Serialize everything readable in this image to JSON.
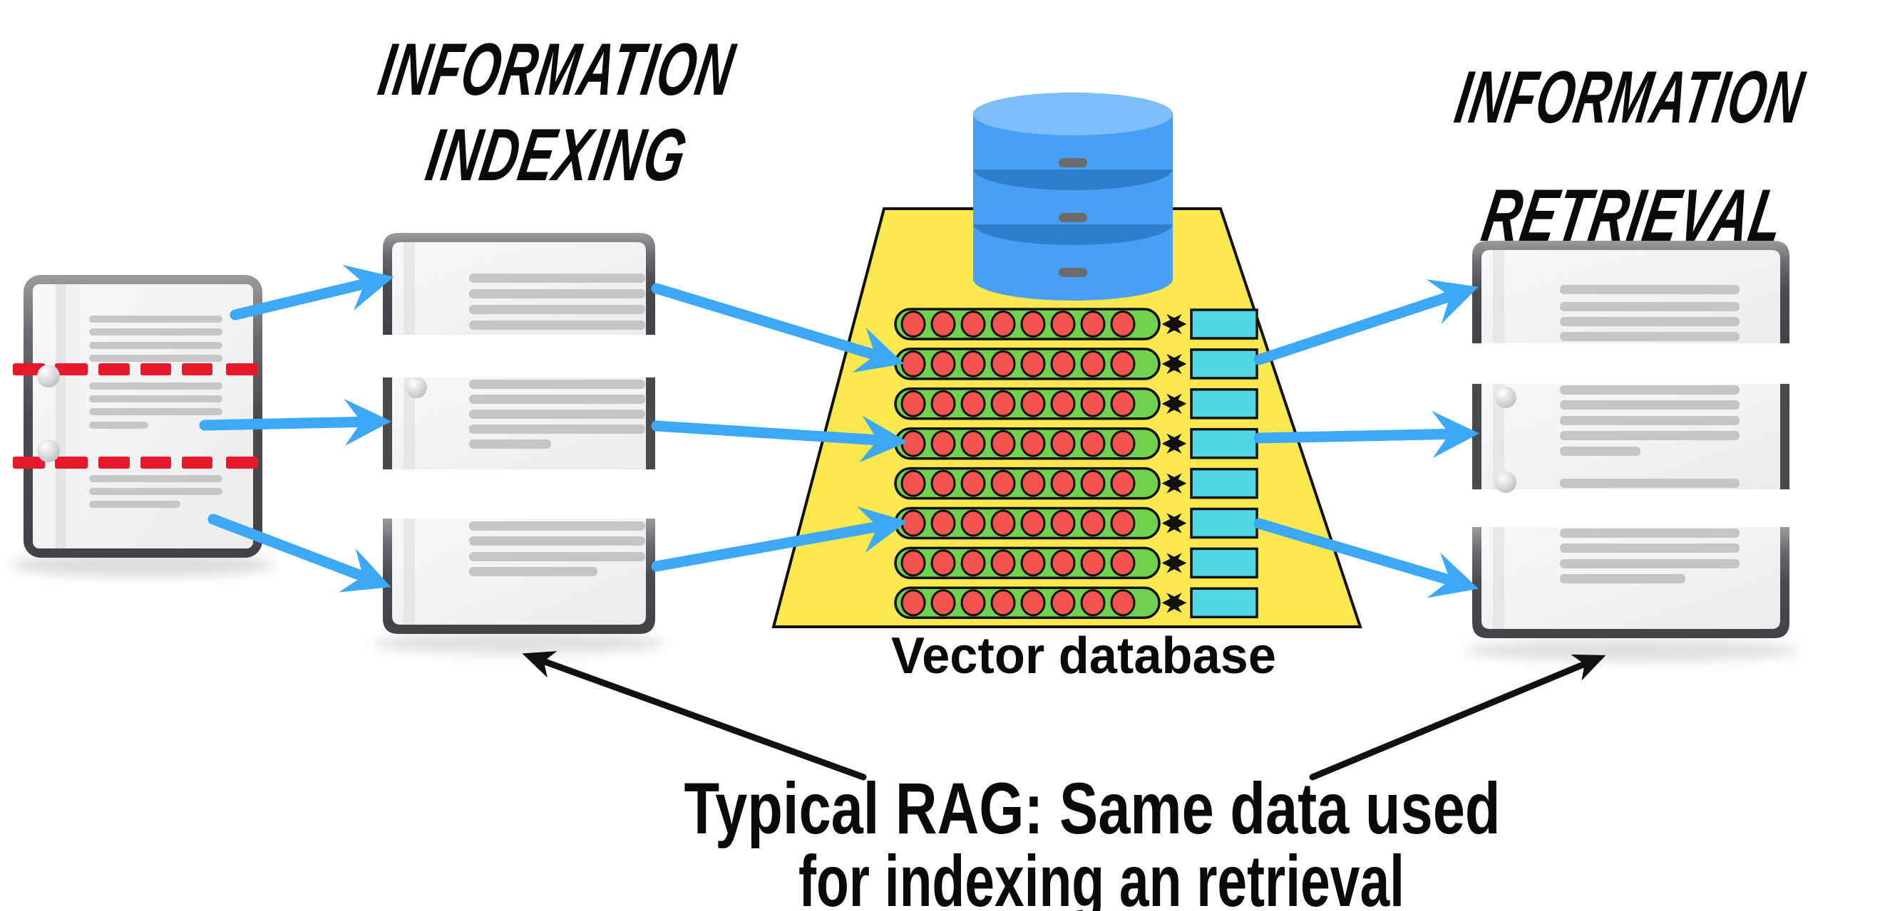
{
  "titles": {
    "indexing": {
      "line1": "INFORMATION",
      "line2": "INDEXING"
    },
    "retrieval": {
      "line1": "INFORMATION",
      "line2": "RETRIEVAL"
    }
  },
  "labels": {
    "database": "Vector database"
  },
  "caption": {
    "line1": "Typical RAG: Same data used",
    "line2": "for indexing an retrieval"
  },
  "vector_db": {
    "rows": 8,
    "vectors_per_row": 8,
    "surface_color": "#FAE84E",
    "row_color": "#70D14F",
    "vector_color": "#F4524D",
    "embedding_color": "#4FD7E2",
    "database_blue": "#47A0F5",
    "database_blue_light": "#7DBDF8",
    "database_blue_dark": "#2E7ECC"
  },
  "flow": {
    "chunks_per_document": 3
  },
  "colors": {
    "arrow_blue": "#3DA8F5",
    "arrow_black": "#111111",
    "chunk_divider_red": "#E8192C",
    "doc_border": "#4A4A4C",
    "doc_paper": "#F4F4F4",
    "doc_text_line": "#C6C6C6"
  },
  "icons": {
    "database": "database-icon",
    "document": "document-icon",
    "chunk": "chunk-icon",
    "vector_row": "vector-row",
    "embedding": "embedding-box",
    "bidirectional": "bidirectional-arrow-icon"
  }
}
